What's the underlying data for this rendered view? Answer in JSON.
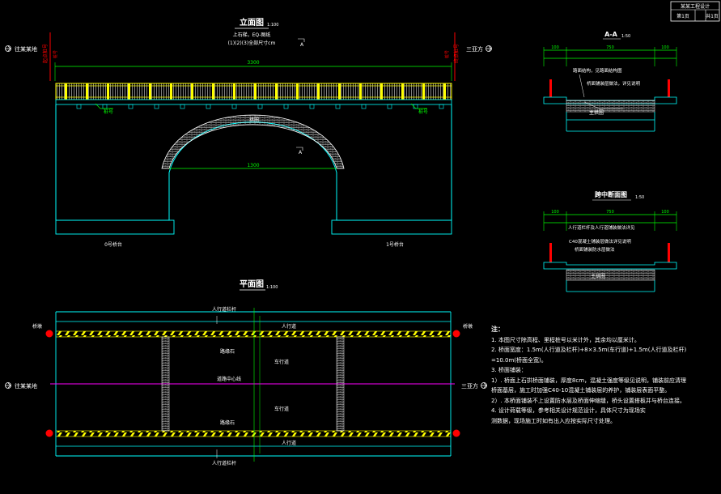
{
  "title_block": {
    "project": "某某工程设计",
    "sheet": "第1页",
    "total": "共1页"
  },
  "elevation": {
    "title": "立面图",
    "scale": "1:100",
    "line1": "上石梯，EQ-图纸",
    "line2": "(1)(2)(3)全部尺寸cm",
    "span_total": "3300",
    "arch_label": "拱圈",
    "arch_span": "1300",
    "left_pile": "桩号",
    "right_pile": "桩号",
    "left_abutment": "0号桥台",
    "right_abutment": "1号桥台",
    "left_dir": "往某某地",
    "right_dir": "三亚方",
    "left_vert": "起点桩号",
    "right_vert": "终点桩号",
    "left_tag": "桩号",
    "right_tag": "桩号",
    "rail_marker": "A",
    "arch_marker": "A"
  },
  "section_aa": {
    "title": "A-A",
    "scale": "1:50",
    "dims": [
      "100",
      "750",
      "100"
    ],
    "label1": "路面结构，见路面结构图",
    "label2": "桥面铺装层做法，详见说明",
    "label3": "主拱圈"
  },
  "section_mid": {
    "title": "跨中断面图",
    "scale": "1:50",
    "dims": [
      "100",
      "750",
      "100"
    ],
    "label1": "人行道栏杆及人行道铺装做法详见",
    "label2": "C40混凝土铺装层做法详见说明",
    "label3": "桥面铺装防水层做法",
    "label4": "主拱圈"
  },
  "plan": {
    "title": "平面图",
    "scale": "1:100",
    "label_rail_top": "人行道栏杆",
    "label_rail_bottom": "人行道栏杆",
    "label_walk_top": "人行道",
    "label_walk_bottom": "人行道",
    "label_curb_top": "路缘石",
    "label_curb_bottom": "路缘石",
    "label_centerline": "道路中心线",
    "label_lane1": "车行道",
    "label_lane2": "车行道",
    "left_tag_top": "桥墩",
    "right_tag_top": "桥墩",
    "left_dir": "往某某地",
    "right_dir": "三亚方"
  },
  "notes": {
    "heading": "注：",
    "items": [
      "1. 本图尺寸除高程、里程桩号以米计外，其余均以厘米计。",
      "2. 桥面宽度：1.5m(人行道及栏杆)+8×3.5m(车行道)+1.5m(人行道及栏杆)",
      "        =10.0m(桥面全宽)。",
      "3. 桥面铺装：",
      "  1）. 桥面上石拱桥面铺装，厚度8cm，混凝土强度等级见说明，铺装前应清理",
      "       桥面基层，施工时加强C40-10混凝土铺装层的养护，铺装层表面平整。",
      "  2）. 本桥面铺装不上设置防水层及桥面伸缩缝，桥头设置搭板并与桥台连接。",
      "4. 设计荷载等级，参考相关设计规范设计，具体尺寸为现场实",
      "   测数据，现场施工时如有出入应按实际尺寸处理。"
    ]
  },
  "colors": {
    "background": "#000000",
    "cyan": "#00ffff",
    "green": "#00ff00",
    "yellow": "#ffff00",
    "red": "#ff0000",
    "magenta": "#ff00ff",
    "white": "#ffffff"
  }
}
